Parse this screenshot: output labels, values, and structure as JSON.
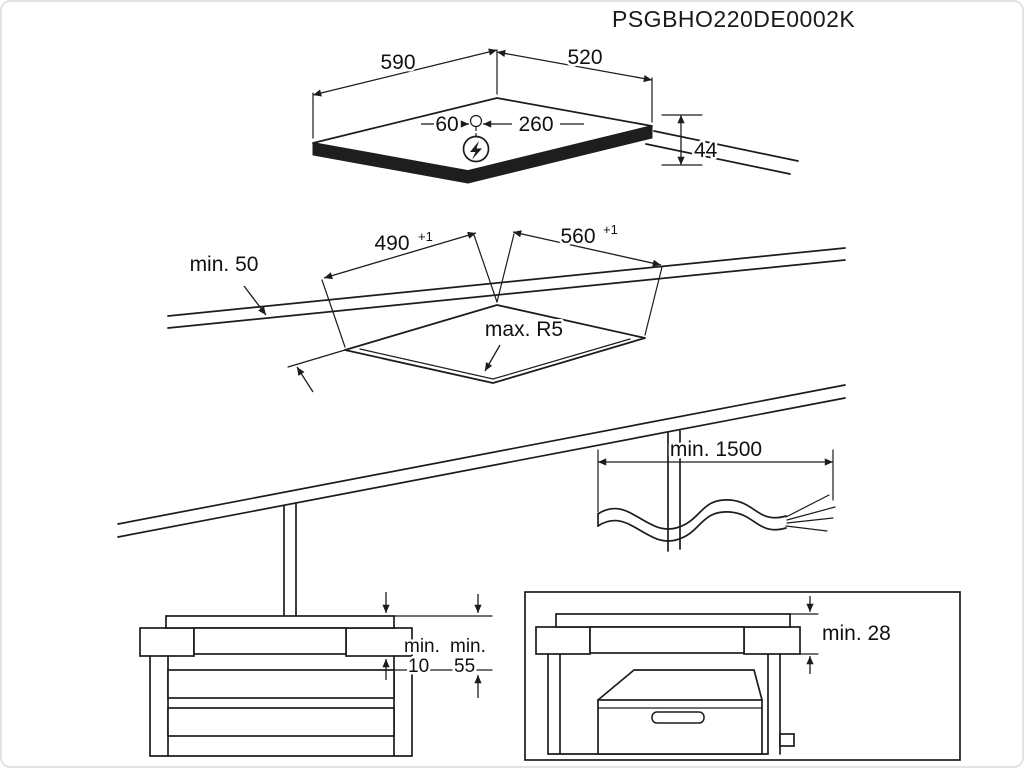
{
  "title": "PSGBHO220DE0002K",
  "iso": {
    "width": "590",
    "depth": "520",
    "cable_offset_left": "60",
    "cable_offset_right": "260",
    "thickness": "44"
  },
  "cutout": {
    "clearance": "min. 50",
    "depth": "490",
    "depth_tol": "+1",
    "width": "560",
    "width_tol": "+1",
    "radius": "max. R5"
  },
  "cable": {
    "length": "min. 1500"
  },
  "drawer_section": {
    "gap1_label": "min.",
    "gap1_value": "10",
    "gap2_label": "min.",
    "gap2_value": "55"
  },
  "oven_section": {
    "clearance": "min. 28"
  }
}
